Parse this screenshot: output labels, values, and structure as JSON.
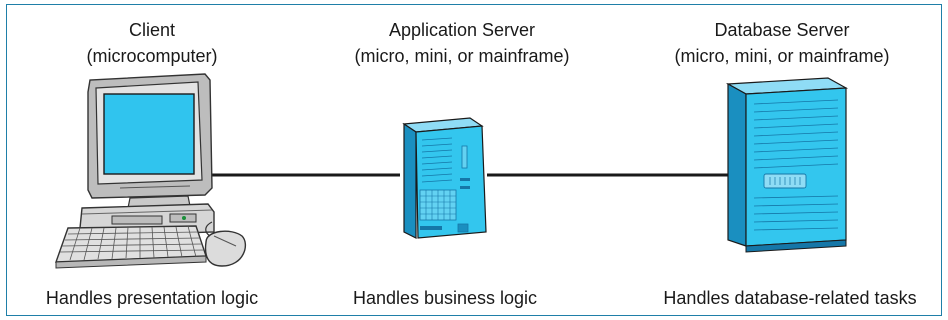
{
  "diagram": {
    "nodes": [
      {
        "id": "client",
        "title": "Client",
        "subtitle": "(microcomputer)",
        "caption": "Handles presentation logic",
        "icon": "desktop-computer-icon"
      },
      {
        "id": "app-server",
        "title": "Application Server",
        "subtitle": "(micro, mini, or mainframe)",
        "caption": "Handles business logic",
        "icon": "tower-server-icon"
      },
      {
        "id": "db-server",
        "title": "Database Server",
        "subtitle": "(micro, mini, or mainframe)",
        "caption": "Handles database-related tasks",
        "icon": "large-server-icon"
      }
    ],
    "edges": [
      {
        "from": "client",
        "to": "app-server"
      },
      {
        "from": "app-server",
        "to": "db-server"
      }
    ],
    "colors": {
      "border": "#1f7fa8",
      "device_blue": "#33c6ee",
      "device_dark_blue": "#1792c4",
      "computer_gray": "#d9d9d9",
      "connector": "#1a1a1a"
    }
  }
}
